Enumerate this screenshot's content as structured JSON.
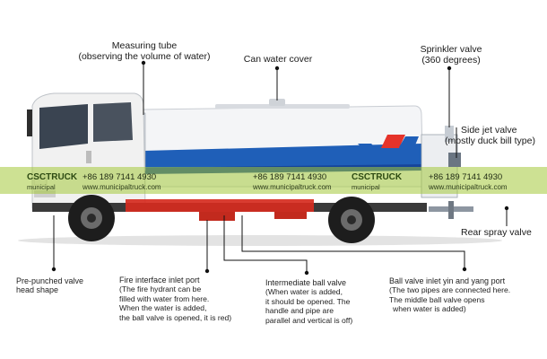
{
  "colors": {
    "tank": "#f4f5f7",
    "stripe_blue": "#1f5fb8",
    "stripe_red": "#e5332a",
    "cab": "#f1f1f1",
    "chassis_red": "#d62b1f",
    "tire": "#1d1d1d",
    "leader": "#111111",
    "banner": "#a4c93a"
  },
  "labels": {
    "measuring_tube": [
      "Measuring tube",
      "(observing the volume of water)"
    ],
    "can_water_cover": [
      "Can water cover"
    ],
    "sprinkler_valve": [
      "Sprinkler valve",
      "(360 degrees)"
    ],
    "side_jet_valve": [
      "Side jet valve",
      "(mostly duck bill type)"
    ],
    "rear_spray_valve": [
      "Rear spray valve"
    ],
    "pre_punched_valve": [
      "Pre-punched valve",
      "head shape"
    ],
    "fire_interface": [
      "Fire interface inlet port",
      "(The fire hydrant can be",
      "filled with water from here.",
      "When the water is added,",
      "the ball valve is opened, it is red)"
    ],
    "intermediate_ball_valve": [
      "Intermediate ball valve",
      "(When water is added,",
      "it should be opened. The",
      "handle and pipe are",
      "parallel and vertical is off)"
    ],
    "ball_valve_inlet": [
      "Ball valve inlet yin and yang port",
      "(The two pipes are connected here.",
      "The middle ball valve opens",
      "when water is added)"
    ]
  },
  "watermark": {
    "brand": "CSCTRUCK",
    "phone": "+86 189 7141 4930",
    "site": "www.municipaltruck.com",
    "sub": "municipal"
  }
}
